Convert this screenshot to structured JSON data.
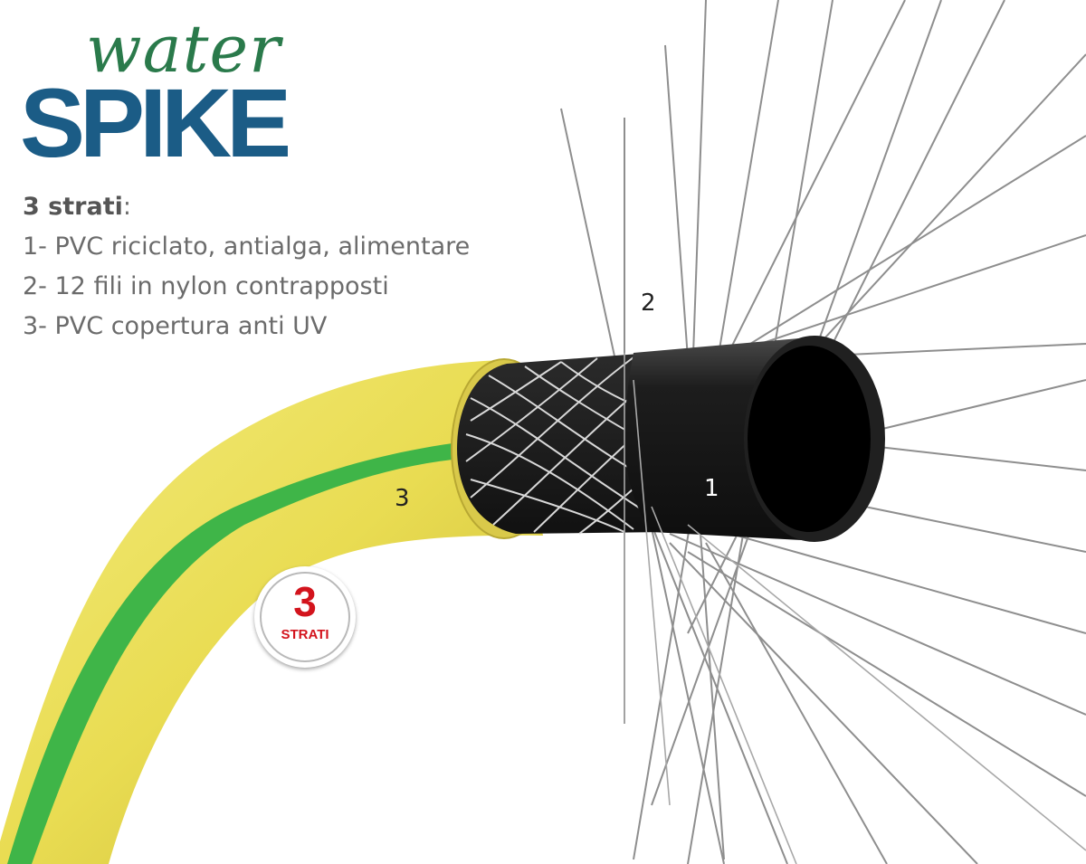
{
  "logo": {
    "line1": "water",
    "line2": "SPIKE"
  },
  "spec": {
    "title": "3 strati",
    "title_suffix": ":",
    "layers": [
      "1- PVC riciclato, antialga, alimentare",
      "2- 12 fili in nylon contrapposti",
      "3- PVC copertura anti UV"
    ]
  },
  "labels": {
    "layer1": "1",
    "layer2": "2",
    "layer3": "3"
  },
  "badge": {
    "number": "3",
    "text": "STRATI"
  },
  "colors": {
    "hose_yellow": "#e9dc52",
    "stripe_green": "#3fb548",
    "inner_black": "#141414",
    "logo_green": "#2a7a4b",
    "logo_blue": "#1b5c86",
    "badge_red": "#d3141d"
  }
}
